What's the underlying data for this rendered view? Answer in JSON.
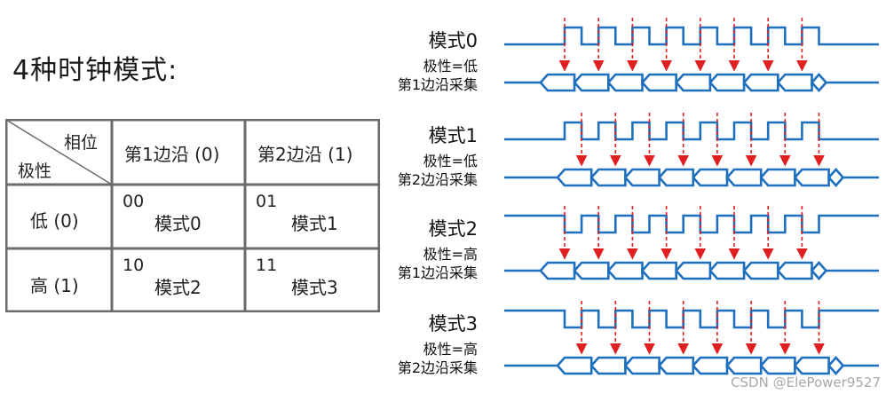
{
  "title": "4种时钟模式:",
  "table": {
    "corner_top": "相位",
    "corner_bottom": "极性",
    "col1": "第1边沿 (0)",
    "col2": "第2边沿 (1)",
    "rows": [
      {
        "label": "低 (0)",
        "cells": [
          {
            "code": "00",
            "mode": "模式0"
          },
          {
            "code": "01",
            "mode": "模式1"
          }
        ]
      },
      {
        "label": "高 (1)",
        "cells": [
          {
            "code": "10",
            "mode": "模式2"
          },
          {
            "code": "11",
            "mode": "模式3"
          }
        ]
      }
    ]
  },
  "modes": [
    {
      "name": "模式0",
      "polarity": "极性=低",
      "edge": "第1边沿采集"
    },
    {
      "name": "模式1",
      "polarity": "极性=低",
      "edge": "第2边沿采集"
    },
    {
      "name": "模式2",
      "polarity": "极性=高",
      "edge": "第1边沿采集"
    },
    {
      "name": "模式3",
      "polarity": "极性=高",
      "edge": "第2边沿采集"
    }
  ],
  "colors": {
    "signal": "#1f6fbf",
    "arrow": "#e02020",
    "grid": "#6b6b6b"
  },
  "watermark": "CSDN @ElePower9527"
}
